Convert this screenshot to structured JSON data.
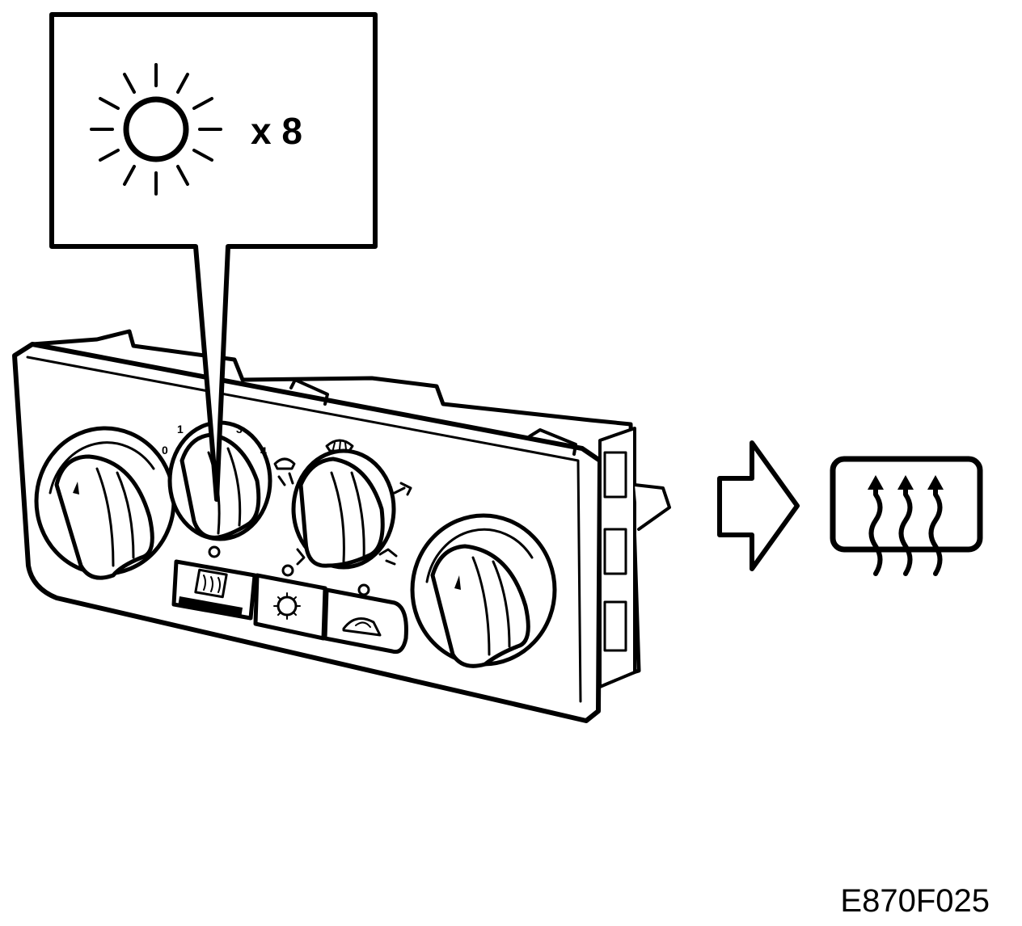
{
  "callout": {
    "multiplier": "x 8",
    "icon": "light-flash-icon"
  },
  "fan_dial": {
    "ticks": [
      "0",
      "1",
      "3",
      "4"
    ]
  },
  "indicator": {
    "icon": "rear-defroster-icon"
  },
  "figure_code": "E870F025",
  "colors": {
    "ink": "#000000",
    "paper": "#ffffff"
  }
}
